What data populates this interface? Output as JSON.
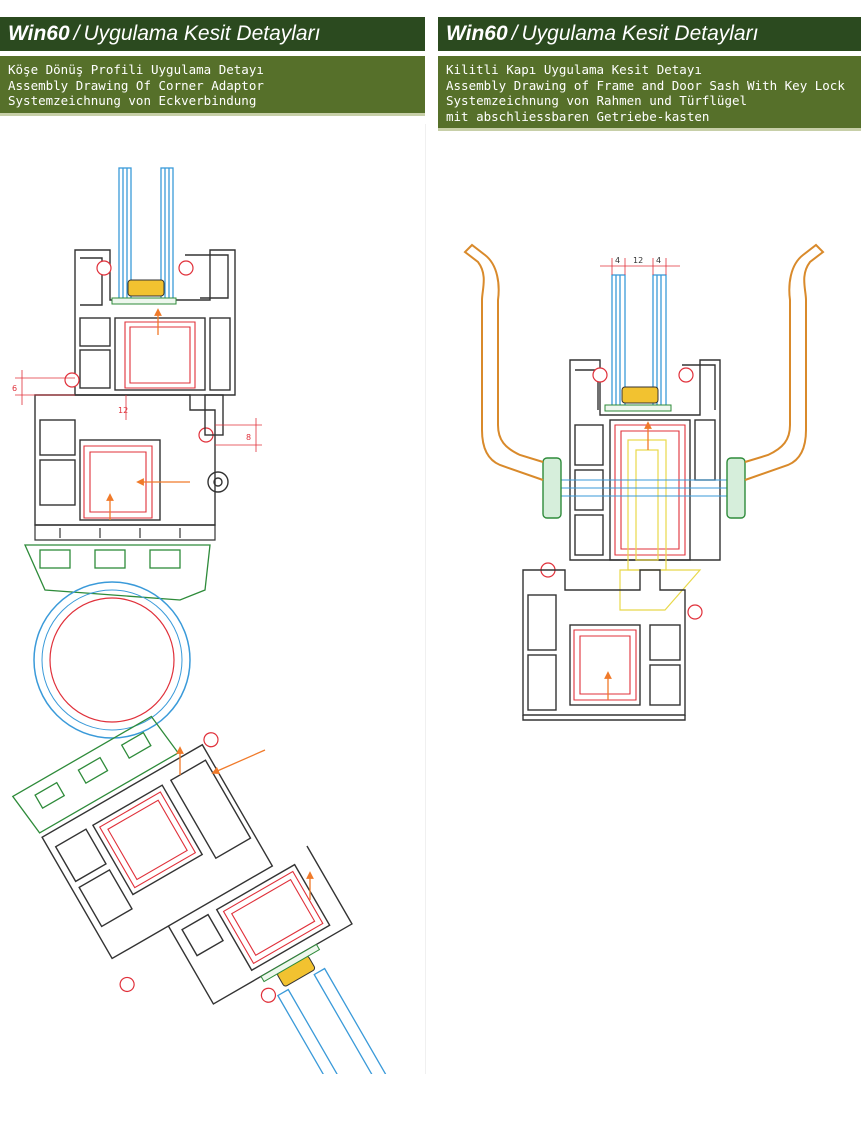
{
  "panels": [
    {
      "brand": "Win60",
      "separator": "/",
      "title": "Uygulama Kesit Detayları",
      "lines": [
        "Köşe Dönüş Profili Uygulama Detayı",
        "Assembly Drawing Of Corner Adaptor",
        "Systemzeichnung von Eckverbindung"
      ],
      "dimensions": [
        "6",
        "12",
        "8"
      ]
    },
    {
      "brand": "Win60",
      "separator": "/",
      "title": "Uygulama Kesit Detayları",
      "lines": [
        "Kilitli Kapı Uygulama Kesit Detayı",
        "Assembly Drawing of Frame and Door Sash With Key Lock",
        "Systemzeichnung von Rahmen und Türflügel",
        "mit abschliessbaren Getriebe-kasten"
      ],
      "dimensions": [
        "4",
        "12",
        "4"
      ]
    }
  ],
  "colors": {
    "header_dark": "#2b4a1f",
    "header_olive": "#56702a",
    "profile_outline": "#333333",
    "reinforcement": "#e0303a",
    "glass": "#3a9ad9",
    "gasket_green": "#2e8b3a",
    "handle": "#d98a2b",
    "lock_yellow": "#e8d84a",
    "arrow": "#f07a2a"
  }
}
